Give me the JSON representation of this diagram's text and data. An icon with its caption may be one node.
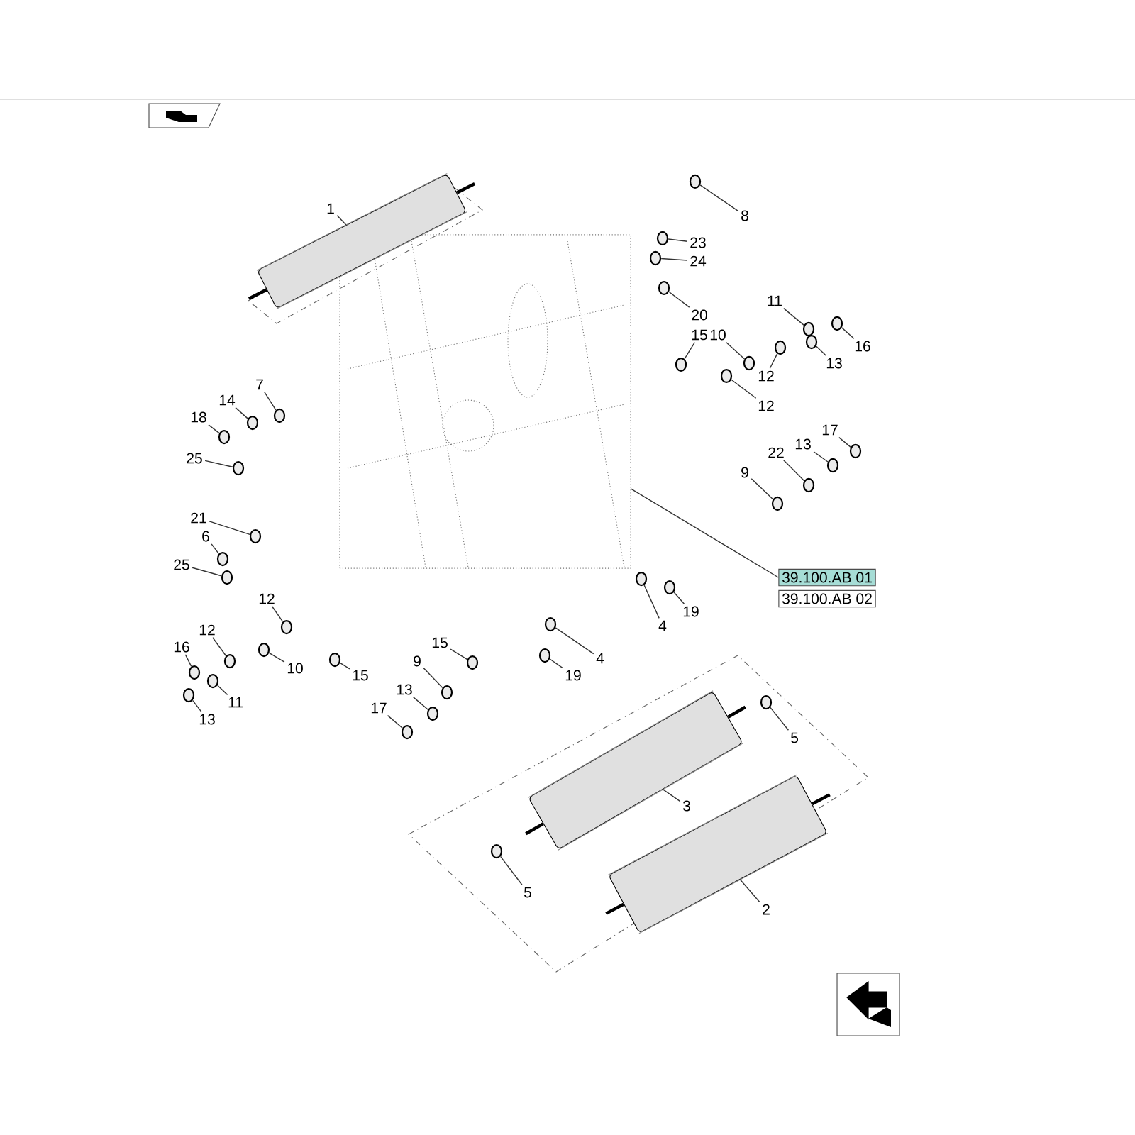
{
  "diagram": {
    "nodes": [
      {
        "text": [],
        "shape": "box"
      },
      {
        "text": [
          "1"
        ]
      },
      {
        "text": [],
        "shape": "cylinder"
      },
      {
        "text": [
          "8"
        ]
      },
      {
        "text": [],
        "shape": "circle"
      },
      {
        "text": [
          "23"
        ]
      },
      {
        "text": [],
        "shape": "circle"
      },
      {
        "text": [
          "24"
        ]
      },
      {
        "text": [],
        "shape": "circle"
      },
      {
        "text": [
          "20"
        ]
      },
      {
        "text": [],
        "shape": "circle"
      },
      {
        "text": [
          "11"
        ]
      },
      {
        "text": [],
        "shape": "circle"
      },
      {
        "text": [
          "15"
        ]
      },
      {
        "text": [],
        "shape": "circle"
      },
      {
        "text": [
          "10"
        ]
      },
      {
        "text": [],
        "shape": "circle"
      },
      {
        "text": [
          "16"
        ]
      },
      {
        "text": [],
        "shape": "circle"
      },
      {
        "text": [
          "13"
        ]
      },
      {
        "text": [],
        "shape": "circle"
      },
      {
        "text": [
          "12"
        ]
      },
      {
        "text": [],
        "shape": "circle"
      },
      {
        "text": [
          "7"
        ]
      },
      {
        "text": [],
        "shape": "circle"
      },
      {
        "text": [
          "14"
        ]
      },
      {
        "text": [],
        "shape": "circle"
      },
      {
        "text": [
          "12"
        ]
      },
      {
        "text": [],
        "shape": "circle"
      },
      {
        "text": [
          "18"
        ]
      },
      {
        "text": [],
        "shape": "circle"
      },
      {
        "text": [
          "17"
        ]
      },
      {
        "text": [],
        "shape": "circle"
      },
      {
        "text": [
          "13"
        ]
      },
      {
        "text": [],
        "shape": "circle"
      },
      {
        "text": [
          "22"
        ]
      },
      {
        "text": [],
        "shape": "circle"
      },
      {
        "text": [
          "25"
        ]
      },
      {
        "text": [],
        "shape": "circle"
      },
      {
        "text": [
          "9"
        ]
      },
      {
        "text": [],
        "shape": "circle"
      },
      {
        "text": [
          "21"
        ]
      },
      {
        "text": [],
        "shape": "circle"
      },
      {
        "text": [
          "6"
        ]
      },
      {
        "text": [],
        "shape": "circle"
      },
      {
        "text": [
          "25"
        ]
      },
      {
        "text": [],
        "shape": "circle"
      },
      {
        "text": [
          "39.100.AB 01"
        ]
      },
      {
        "text": [
          "39.100.AB 02"
        ]
      },
      {
        "text": [
          "12"
        ]
      },
      {
        "text": [],
        "shape": "circle"
      },
      {
        "text": [
          "19"
        ]
      },
      {
        "text": [],
        "shape": "circle"
      },
      {
        "text": [
          "4"
        ]
      },
      {
        "text": [],
        "shape": "circle"
      },
      {
        "text": [
          "12"
        ]
      },
      {
        "text": [],
        "shape": "circle"
      },
      {
        "text": [
          "15"
        ]
      },
      {
        "text": [],
        "shape": "circle"
      },
      {
        "text": [
          "16"
        ]
      },
      {
        "text": [],
        "shape": "circle"
      },
      {
        "text": [
          "4"
        ]
      },
      {
        "text": [],
        "shape": "circle"
      },
      {
        "text": [
          "9"
        ]
      },
      {
        "text": [],
        "shape": "circle"
      },
      {
        "text": [
          "10"
        ]
      },
      {
        "text": [],
        "shape": "circle"
      },
      {
        "text": [
          "19"
        ]
      },
      {
        "text": [],
        "shape": "circle"
      },
      {
        "text": [
          "15"
        ]
      },
      {
        "text": [],
        "shape": "circle"
      },
      {
        "text": [
          "13"
        ]
      },
      {
        "text": [],
        "shape": "circle"
      },
      {
        "text": [
          "11"
        ]
      },
      {
        "text": [],
        "shape": "circle"
      },
      {
        "text": [
          "17"
        ]
      },
      {
        "text": [],
        "shape": "circle"
      },
      {
        "text": [
          "13"
        ]
      },
      {
        "text": [],
        "shape": "circle"
      },
      {
        "text": [
          "5"
        ]
      },
      {
        "text": [],
        "shape": "circle"
      },
      {
        "text": [
          "3"
        ]
      },
      {
        "text": [],
        "shape": "cylinder"
      },
      {
        "text": [
          "5"
        ]
      },
      {
        "text": [],
        "shape": "circle"
      },
      {
        "text": [
          "2"
        ]
      },
      {
        "text": [],
        "shape": "cylinder"
      }
    ],
    "edges": [
      {
        "from": 1,
        "to": 2,
        "arrow": "none"
      },
      {
        "from": 3,
        "to": 4,
        "arrow": "none"
      },
      {
        "from": 5,
        "to": 6,
        "arrow": "none"
      },
      {
        "from": 7,
        "to": 8,
        "arrow": "none"
      },
      {
        "from": 9,
        "to": 10,
        "arrow": "none"
      },
      {
        "from": 11,
        "to": 12,
        "arrow": "none"
      },
      {
        "from": 13,
        "to": 14,
        "arrow": "none"
      },
      {
        "from": 15,
        "to": 16,
        "arrow": "none"
      },
      {
        "from": 17,
        "to": 18,
        "arrow": "none"
      },
      {
        "from": 19,
        "to": 20,
        "arrow": "none"
      },
      {
        "from": 21,
        "to": 22,
        "arrow": "none"
      },
      {
        "from": 23,
        "to": 24,
        "arrow": "none"
      },
      {
        "from": 25,
        "to": 26,
        "arrow": "none"
      },
      {
        "from": 27,
        "to": 28,
        "arrow": "none"
      },
      {
        "from": 29,
        "to": 30,
        "arrow": "none"
      },
      {
        "from": 31,
        "to": 32,
        "arrow": "none"
      },
      {
        "from": 33,
        "to": 34,
        "arrow": "none"
      },
      {
        "from": 35,
        "to": 36,
        "arrow": "none"
      },
      {
        "from": 37,
        "to": 38,
        "arrow": "none"
      },
      {
        "from": 39,
        "to": 40,
        "arrow": "none"
      },
      {
        "from": 41,
        "to": 42,
        "arrow": "none"
      },
      {
        "from": 43,
        "to": 44,
        "arrow": "none"
      },
      {
        "from": 45,
        "to": 46,
        "arrow": "none"
      },
      {
        "from": 47,
        "to": 0,
        "arrow": "none"
      },
      {
        "from": 49,
        "to": 50,
        "arrow": "none"
      },
      {
        "from": 51,
        "to": 52,
        "arrow": "none"
      },
      {
        "from": 53,
        "to": 54,
        "arrow": "none"
      },
      {
        "from": 55,
        "to": 56,
        "arrow": "none"
      },
      {
        "from": 57,
        "to": 58,
        "arrow": "none"
      },
      {
        "from": 59,
        "to": 60,
        "arrow": "none"
      },
      {
        "from": 61,
        "to": 62,
        "arrow": "none"
      },
      {
        "from": 63,
        "to": 64,
        "arrow": "none"
      },
      {
        "from": 65,
        "to": 66,
        "arrow": "none"
      },
      {
        "from": 67,
        "to": 68,
        "arrow": "none"
      },
      {
        "from": 69,
        "to": 70,
        "arrow": "none"
      },
      {
        "from": 71,
        "to": 72,
        "arrow": "none"
      },
      {
        "from": 73,
        "to": 74,
        "arrow": "none"
      },
      {
        "from": 75,
        "to": 76,
        "arrow": "none"
      },
      {
        "from": 77,
        "to": 78,
        "arrow": "none"
      },
      {
        "from": 79,
        "to": 80,
        "arrow": "none"
      },
      {
        "from": 81,
        "to": 82,
        "arrow": "none"
      },
      {
        "from": 83,
        "to": 84,
        "arrow": "none"
      },
      {
        "from": 85,
        "to": 86,
        "arrow": "none"
      }
    ]
  }
}
